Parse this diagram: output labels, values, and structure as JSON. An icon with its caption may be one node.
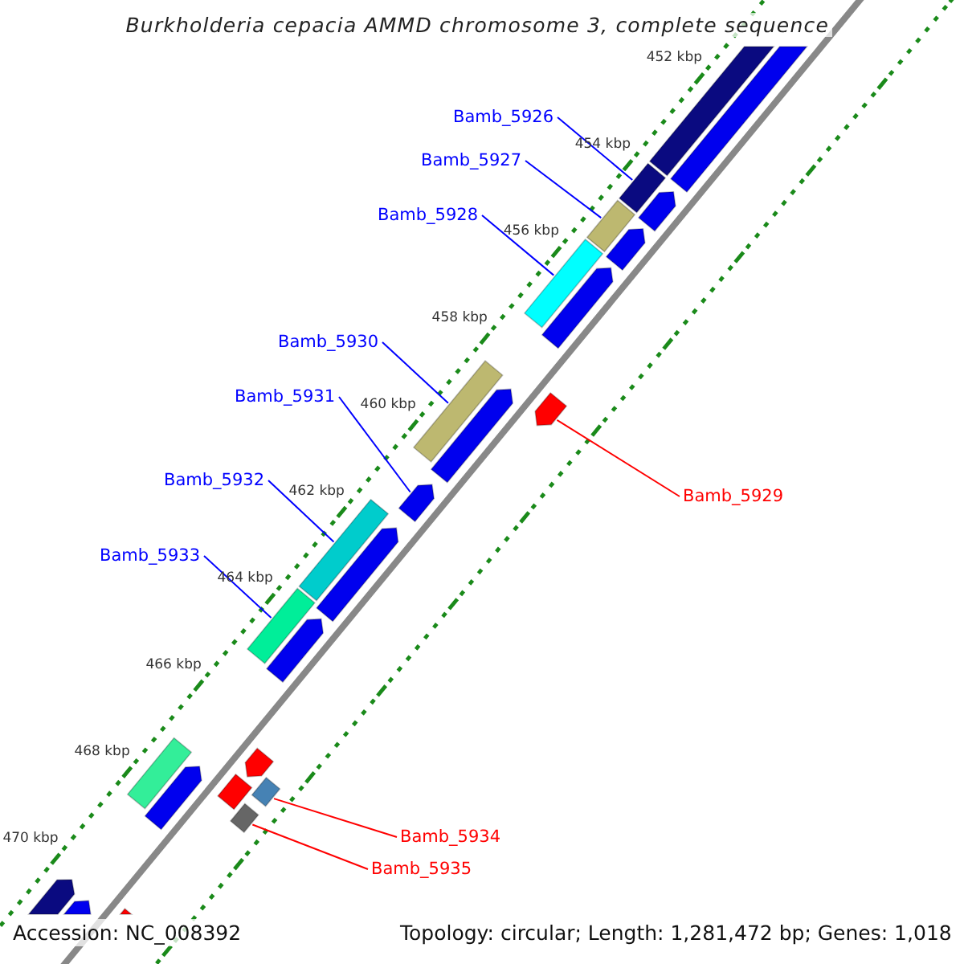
{
  "diagram": {
    "title": "Burkholderia cepacia AMMD chromosome 3, complete sequence",
    "nodes": [
      {
        "text": [
          "Bamb_5926"
        ]
      },
      {
        "text": [],
        "shape": "bar"
      },
      {
        "text": [
          "Bamb_5927"
        ]
      },
      {
        "text": [],
        "shape": "bar"
      },
      {
        "text": [
          "Bamb_5928"
        ]
      },
      {
        "text": [],
        "shape": "bar"
      },
      {
        "text": [
          "Bamb_5930"
        ]
      },
      {
        "text": [],
        "shape": "bar"
      },
      {
        "text": [
          "Bamb_5931"
        ]
      },
      {
        "text": [],
        "shape": "arrow"
      },
      {
        "text": [
          "Bamb_5929"
        ]
      },
      {
        "text": [],
        "shape": "arrow"
      },
      {
        "text": [
          "Bamb_5932"
        ]
      },
      {
        "text": [],
        "shape": "bar"
      },
      {
        "text": [
          "Bamb_5933"
        ]
      },
      {
        "text": [],
        "shape": "bar"
      },
      {
        "text": [
          "Bamb_5934"
        ]
      },
      {
        "text": [],
        "shape": "bar"
      },
      {
        "text": [
          "Bamb_5935"
        ]
      },
      {
        "text": [],
        "shape": "bar"
      },
      {
        "text": [],
        "shape": "bar"
      },
      {
        "text": [],
        "shape": "arrow"
      },
      {
        "text": [],
        "shape": "arrow"
      },
      {
        "text": [],
        "shape": "arrow"
      },
      {
        "text": [],
        "shape": "arrow"
      },
      {
        "text": [],
        "shape": "arrow"
      },
      {
        "text": [],
        "shape": "arrow"
      },
      {
        "text": [],
        "shape": "arrow"
      },
      {
        "text": [],
        "shape": "arrow"
      },
      {
        "text": [],
        "shape": "arrow"
      },
      {
        "text": [],
        "shape": "arrow"
      },
      {
        "text": [],
        "shape": "bar"
      },
      {
        "text": [],
        "shape": "arrow"
      },
      {
        "text": [],
        "shape": "bar"
      },
      {
        "text": [],
        "shape": "arrow"
      }
    ],
    "edges": [
      {
        "from": 0,
        "to": 1,
        "arrow": "none"
      },
      {
        "from": 2,
        "to": 3,
        "arrow": "none"
      },
      {
        "from": 4,
        "to": 5,
        "arrow": "none"
      },
      {
        "from": 6,
        "to": 7,
        "arrow": "none"
      },
      {
        "from": 8,
        "to": 9,
        "arrow": "none"
      },
      {
        "from": 10,
        "to": 11,
        "arrow": "none",
        "color": "#ff0000"
      },
      {
        "from": 12,
        "to": 13,
        "arrow": "none"
      },
      {
        "from": 14,
        "to": 15,
        "arrow": "none"
      },
      {
        "from": 16,
        "to": 17,
        "arrow": "none",
        "color": "#ff0000"
      },
      {
        "from": 18,
        "to": 19,
        "arrow": "none",
        "color": "#ff0000"
      }
    ],
    "labels": [
      "452 kbp",
      "454 kbp",
      "456 kbp",
      "458 kbp",
      "460 kbp",
      "462 kbp",
      "464 kbp",
      "466 kbp",
      "468 kbp",
      "470 kbp",
      "Accession: NC_008392",
      "Topology: circular; Length: 1,281,472 bp; Genes: 1,018"
    ]
  }
}
